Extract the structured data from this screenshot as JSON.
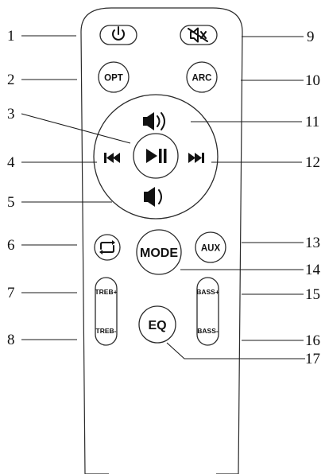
{
  "buttons": {
    "opt": "OPT",
    "arc": "ARC",
    "mode": "MODE",
    "aux": "AUX",
    "eq": "EQ",
    "treb_up": "TREB+",
    "treb_down": "TREB-",
    "bass_up": "BASS+",
    "bass_down": "BASS-"
  },
  "callouts": [
    "1",
    "2",
    "3",
    "4",
    "5",
    "6",
    "7",
    "8",
    "9",
    "10",
    "11",
    "12",
    "13",
    "14",
    "15",
    "16",
    "17"
  ],
  "icons": [
    "power-icon",
    "mute-icon",
    "volume-up-icon",
    "previous-track-icon",
    "play-pause-icon",
    "next-track-icon",
    "volume-down-icon",
    "repeat-icon"
  ]
}
